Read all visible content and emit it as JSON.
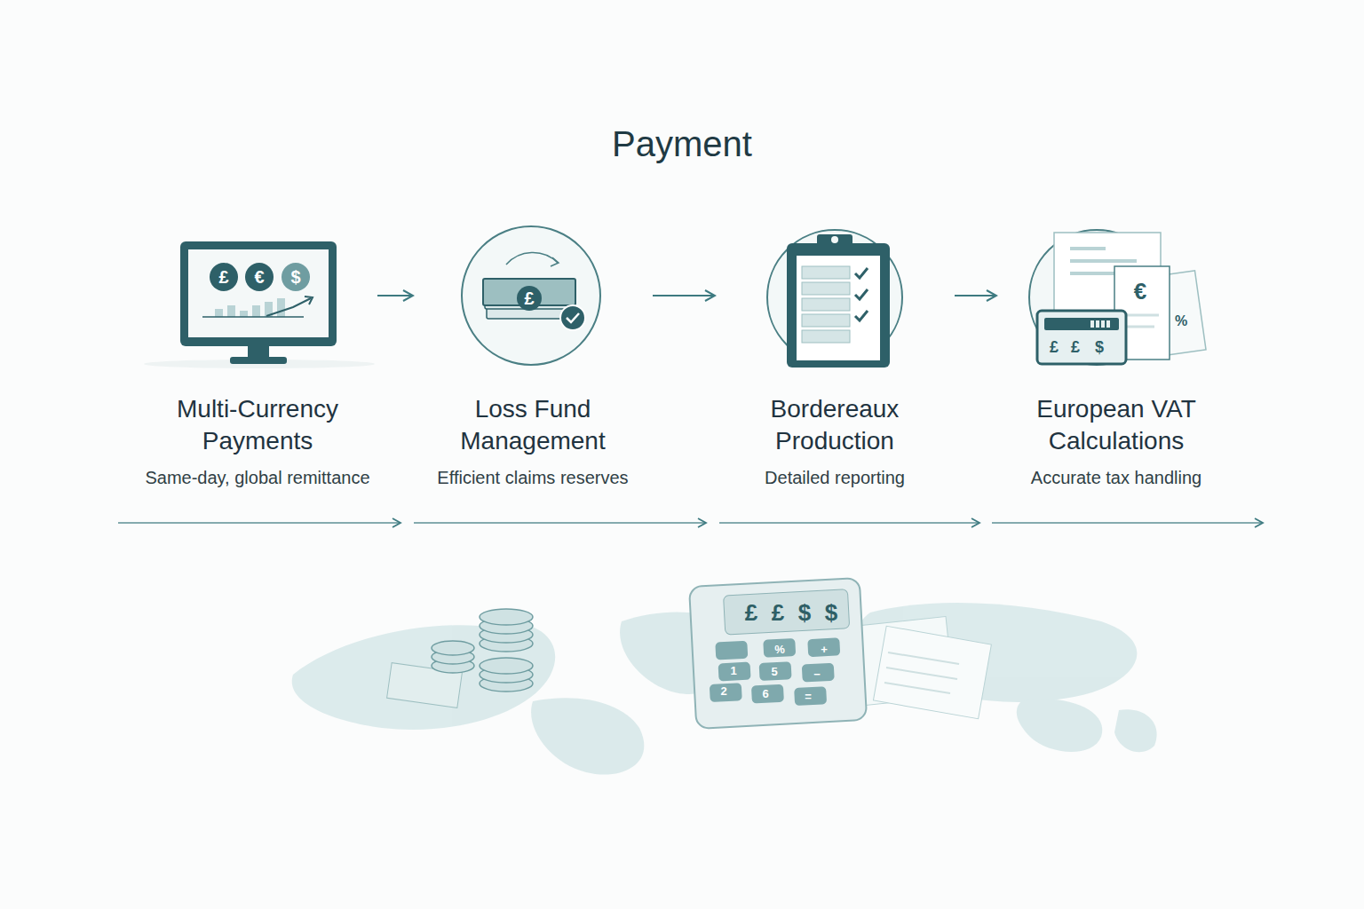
{
  "diagram": {
    "title": "Payment",
    "nodes": [
      {
        "text": [
          "Multi-Currency Payments",
          "Same-day, global remittance"
        ]
      },
      {
        "text": [
          "Loss Fund Management",
          "Efficient claims reserves"
        ]
      },
      {
        "text": [
          "Bordereaux Production",
          "Detailed reporting"
        ]
      },
      {
        "text": [
          "European VAT Calculations",
          "Accurate tax handling"
        ]
      }
    ],
    "edges": [
      {
        "from": 0,
        "to": 1,
        "arrow": "to"
      },
      {
        "from": 1,
        "to": 2,
        "arrow": "to"
      },
      {
        "from": 2,
        "to": 3,
        "arrow": "to"
      }
    ],
    "labels": [
      "£",
      "€",
      "$",
      "£",
      "€",
      "%",
      "£",
      "£",
      "$",
      "£",
      "£",
      "$",
      "$",
      "%",
      "+",
      "1",
      "5",
      "−",
      "2",
      "6",
      "="
    ]
  }
}
